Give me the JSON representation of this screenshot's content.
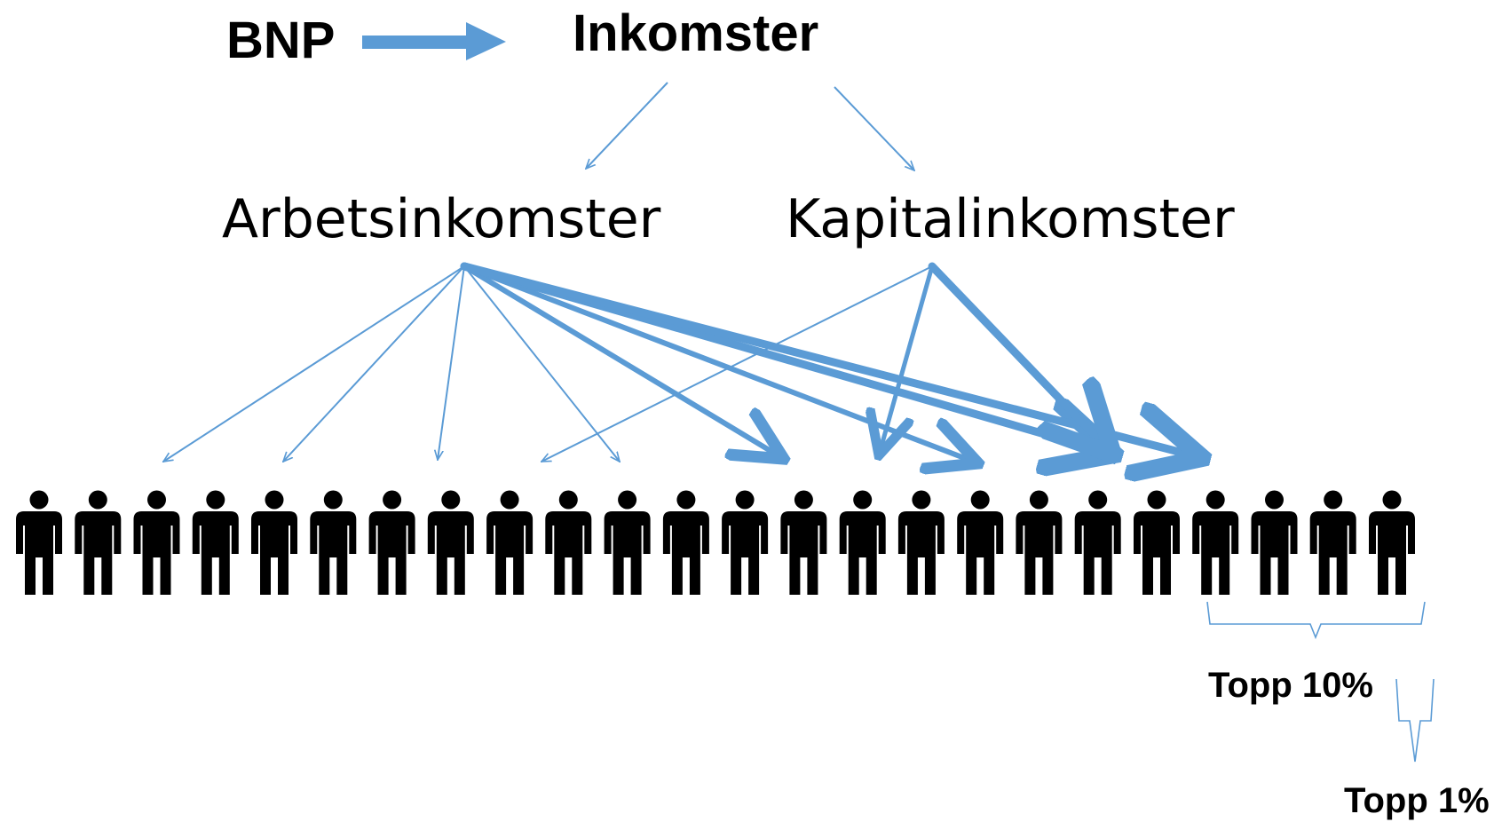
{
  "labels": {
    "gdp": "BNP",
    "incomes": "Inkomster",
    "labor_income": "Arbetsinkomster",
    "capital_income": "Kapitalinkomster",
    "top_10": "Topp 10%",
    "top_1": "Topp 1%"
  },
  "colors": {
    "arrow": "#5b9bd5",
    "people": "#000000",
    "text": "#000000"
  },
  "people_count": 24,
  "icons": [
    "person-icon",
    "right-arrow-icon",
    "curly-brace-icon"
  ]
}
